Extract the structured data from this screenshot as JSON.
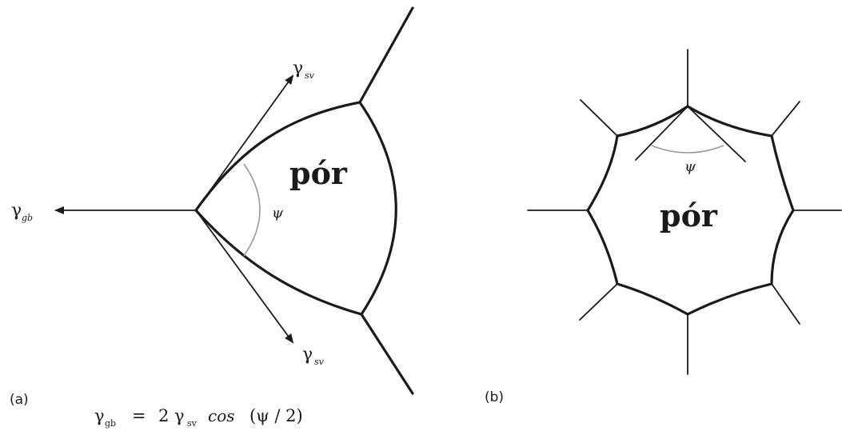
{
  "panel_a": {
    "panel_label": "(a)",
    "pore_label": "pór",
    "angle_symbol": "ψ",
    "gamma_gb": {
      "symbol": "γ",
      "subscript": "gb"
    },
    "gamma_sv_top": {
      "symbol": "γ",
      "subscript": "sv"
    },
    "gamma_sv_bottom": {
      "symbol": "γ",
      "subscript": "sv"
    },
    "formula": {
      "lhs_symbol": "γ",
      "lhs_subscript": "gb",
      "equals": "=",
      "coefficient": "2 γ",
      "coef_subscript": "sv",
      "func": "cos",
      "argument": "(ψ / 2)"
    }
  },
  "panel_b": {
    "panel_label": "(b)",
    "pore_label": "pór",
    "angle_symbol": "ψ"
  },
  "colors": {
    "ink": "#1a1a1a",
    "angle_arc": "#9a9a9a",
    "background": "#ffffff"
  }
}
